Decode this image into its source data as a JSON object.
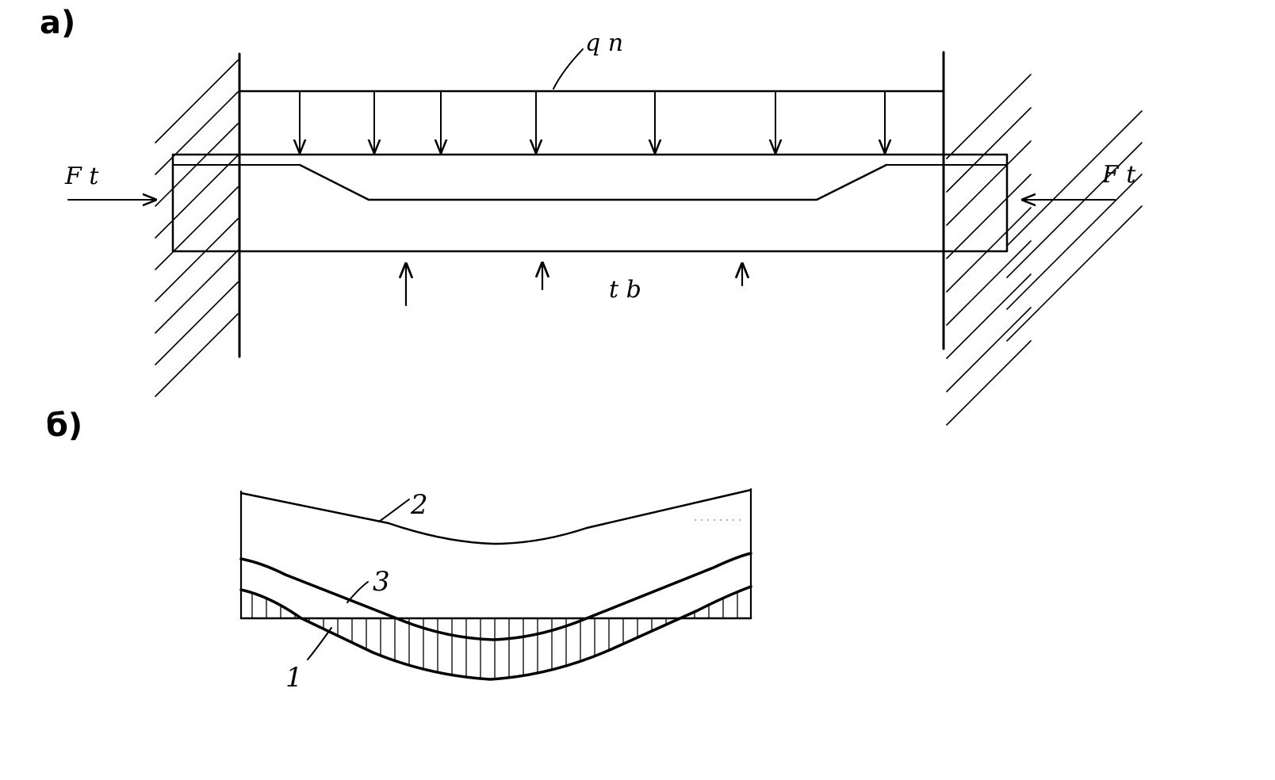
{
  "panel_a": {
    "label": "а)",
    "load_label": "q n",
    "force_left": "F t",
    "force_right": "F t",
    "support_label": "t b"
  },
  "panel_b": {
    "label": "б)",
    "curve_1": "1",
    "curve_2": "2",
    "curve_3": "3"
  },
  "colors": {
    "ink": "#000000",
    "paper": "#ffffff"
  }
}
